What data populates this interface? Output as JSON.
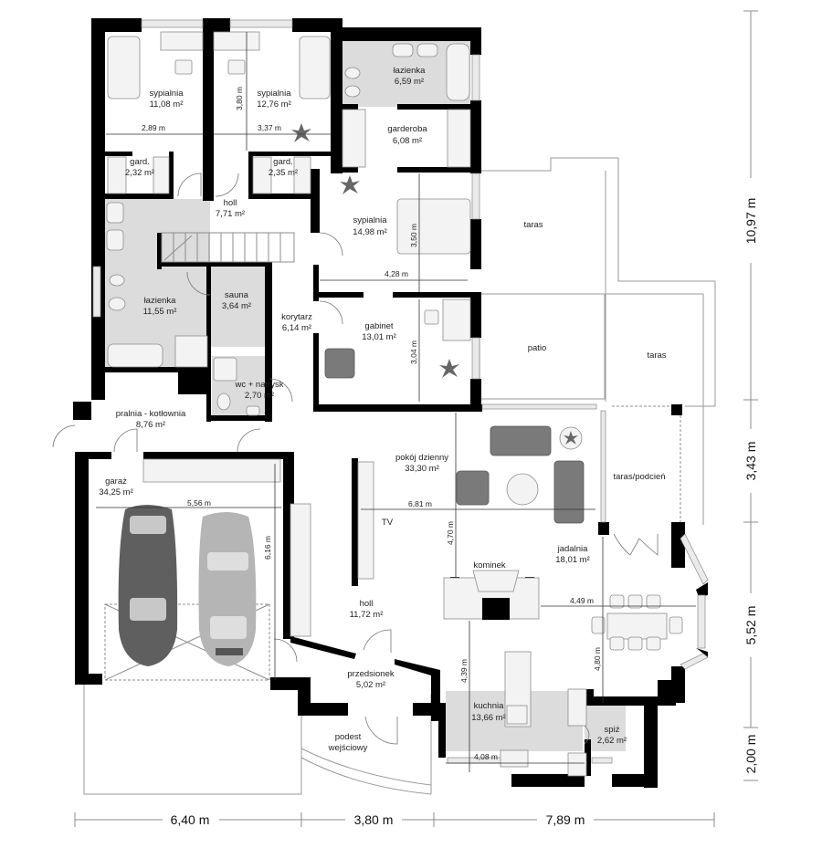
{
  "rooms": {
    "bedroom1": {
      "name": "sypialnia",
      "area": "11,08 m²",
      "width": "2,89 m"
    },
    "bedroom2": {
      "name": "sypialnia",
      "area": "12,76 m²",
      "width": "3,37 m",
      "height": "3,80 m"
    },
    "bathroom_upper": {
      "name": "łazienka",
      "area": "6,59 m²"
    },
    "wardrobe": {
      "name": "garderoba",
      "area": "6,08 m²"
    },
    "closet1": {
      "name": "gard.",
      "area": "2,32 m²"
    },
    "closet2": {
      "name": "gard.",
      "area": "2,35 m²"
    },
    "hall_upper": {
      "name": "holl",
      "area": "7,71 m²"
    },
    "bedroom3": {
      "name": "sypialnia",
      "area": "14,98 m²",
      "width": "4,28 m",
      "height": "3,50 m"
    },
    "bathroom_main": {
      "name": "łazienka",
      "area": "11,55 m²"
    },
    "sauna": {
      "name": "sauna",
      "area": "3,64 m²"
    },
    "corridor": {
      "name": "korytarz",
      "area": "6,14 m²"
    },
    "office": {
      "name": "gabinet",
      "area": "13,01 m²",
      "height": "3,04 m"
    },
    "wc": {
      "name": "wc + natrysk",
      "area": "2,70 m²"
    },
    "laundry": {
      "name": "pralnia - kotłownia",
      "area": "8,76 m²"
    },
    "garage": {
      "name": "garaż",
      "area": "34,25 m²",
      "width": "5,56 m",
      "height": "6,16 m"
    },
    "living": {
      "name": "pokój dzienny",
      "area": "33,30 m²",
      "width": "6,81 m",
      "height": "4,70 m"
    },
    "tv": {
      "name": "TV"
    },
    "fireplace": {
      "name": "kominek"
    },
    "dining": {
      "name": "jadalnia",
      "area": "18,01 m²",
      "width": "4,49 m",
      "height": "4,80 m"
    },
    "hall_lower": {
      "name": "holl",
      "area": "11,72 m²"
    },
    "vestibule": {
      "name": "przedsionek",
      "area": "5,02 m²"
    },
    "entry_landing": {
      "name": "podest",
      "name2": "wejściowy"
    },
    "kitchen": {
      "name": "kuchnia",
      "area": "13,66 m²",
      "width": "4,08 m",
      "height": "4,39 m"
    },
    "pantry": {
      "name": "spiż",
      "area": "2,62 m²"
    },
    "terrace1": {
      "name": "taras"
    },
    "patio": {
      "name": "patio"
    },
    "terrace2": {
      "name": "taras"
    },
    "terrace_porch": {
      "name": "taras/podcień"
    }
  },
  "dimensions": {
    "bottom": [
      "6,40 m",
      "3,80 m",
      "7,89 m"
    ],
    "right": [
      "10,97 m",
      "3,43 m",
      "5,52 m",
      "2,00 m"
    ]
  }
}
